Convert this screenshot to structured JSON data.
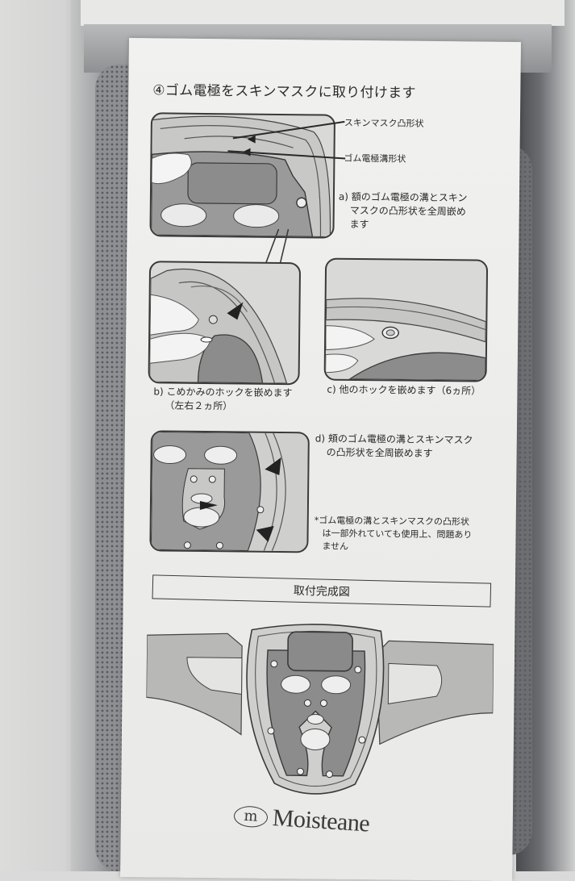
{
  "document": {
    "step_title": "④ゴム電極をスキンマスクに取り付けます",
    "callouts": {
      "convex_shape": "スキンマスク凸形状",
      "groove_shape": "ゴム電極溝形状"
    },
    "steps": {
      "a": {
        "line1": "a) 額のゴム電極の溝とスキン",
        "line2": "マスクの凸形状を全周嵌め",
        "line3": "ます"
      },
      "b": {
        "line1": "b) こめかみのホックを嵌めます",
        "line2": "（左右２ヵ所）"
      },
      "c": {
        "line1": "c) 他のホックを嵌めます（6ヵ所）"
      },
      "d": {
        "line1": "d) 頬のゴム電極の溝とスキンマスク",
        "line2": "の凸形状を全周嵌めます"
      }
    },
    "note": {
      "line1": "*ゴム電極の溝とスキンマスクの凸形状",
      "line2": "は一部外れていても使用上、問題あり",
      "line3": "ません"
    },
    "completion_banner": "取付完成図",
    "brand": {
      "logo_letter": "m",
      "name": "Moisteane"
    }
  },
  "colors": {
    "paper": "#eeeeec",
    "ink": "#2a2a2a",
    "illustration_dark": "#8a8a8a",
    "illustration_mid": "#b5b5b5",
    "illustration_light": "#d4d4d4"
  }
}
